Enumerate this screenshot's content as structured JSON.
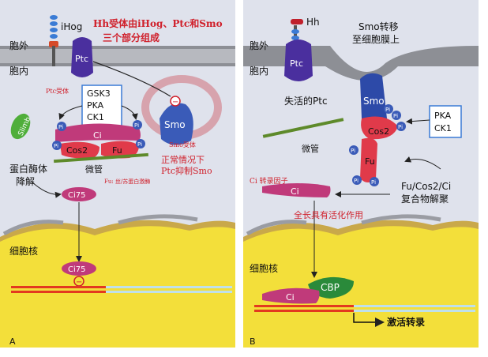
{
  "panel_a": {
    "letter": "A",
    "ihog": "iHog",
    "title_red": [
      "Hh受体由iHog、Ptc和Smo",
      "三个部分组成"
    ],
    "outside": "胞外",
    "inside": "胞内",
    "ptc": "Ptc",
    "ptc_receptor": "Ptc受体",
    "kinases": [
      "GSK3",
      "PKA",
      "CK1"
    ],
    "slimb": "Slimb",
    "pi": "Pi",
    "ci": "Ci",
    "cos2": "Cos2",
    "fu": "Fu",
    "microtubule": "微管",
    "fu_note": "Fu: 丝/苏蛋白激酶",
    "smo": "Smo",
    "minus": "−",
    "smo_receptor": "Smo受体",
    "normal_note": [
      "正常情况下",
      "Ptc抑制Smo"
    ],
    "proteasome": [
      "蛋白酶体",
      "降解"
    ],
    "ci75": "Ci75",
    "nucleus": "细胞核"
  },
  "panel_b": {
    "letter": "B",
    "hh": "Hh",
    "outside": "胞外",
    "inside": "胞内",
    "ptc": "Ptc",
    "smo_move": [
      "Smo转移",
      "至细胞膜上"
    ],
    "inactive_ptc": "失活的Ptc",
    "smo": "Smo",
    "pi": "Pi",
    "kinases": [
      "PKA",
      "CK1"
    ],
    "cos2": "Cos2",
    "fu": "Fu",
    "microtubule": "微管",
    "ci_note": "Ci 转录因子",
    "ci": "Ci",
    "complex": [
      "Fu/Cos2/Ci",
      "复合物解聚"
    ],
    "full_length": "全长具有活化作用",
    "nucleus": "细胞核",
    "cbp": "CBP",
    "transcription": "激活转录"
  }
}
